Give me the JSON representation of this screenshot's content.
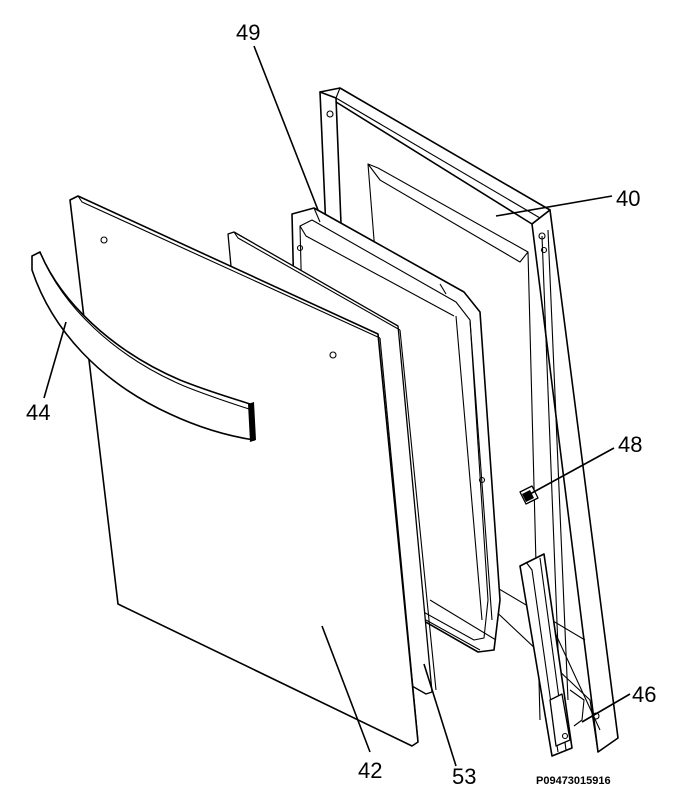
{
  "diagram": {
    "reference_code": "P09473015916",
    "callouts": [
      {
        "id": "49",
        "label": "49"
      },
      {
        "id": "40",
        "label": "40"
      },
      {
        "id": "48",
        "label": "48"
      },
      {
        "id": "44",
        "label": "44"
      },
      {
        "id": "46",
        "label": "46"
      },
      {
        "id": "42",
        "label": "42"
      },
      {
        "id": "53",
        "label": "53"
      }
    ]
  }
}
